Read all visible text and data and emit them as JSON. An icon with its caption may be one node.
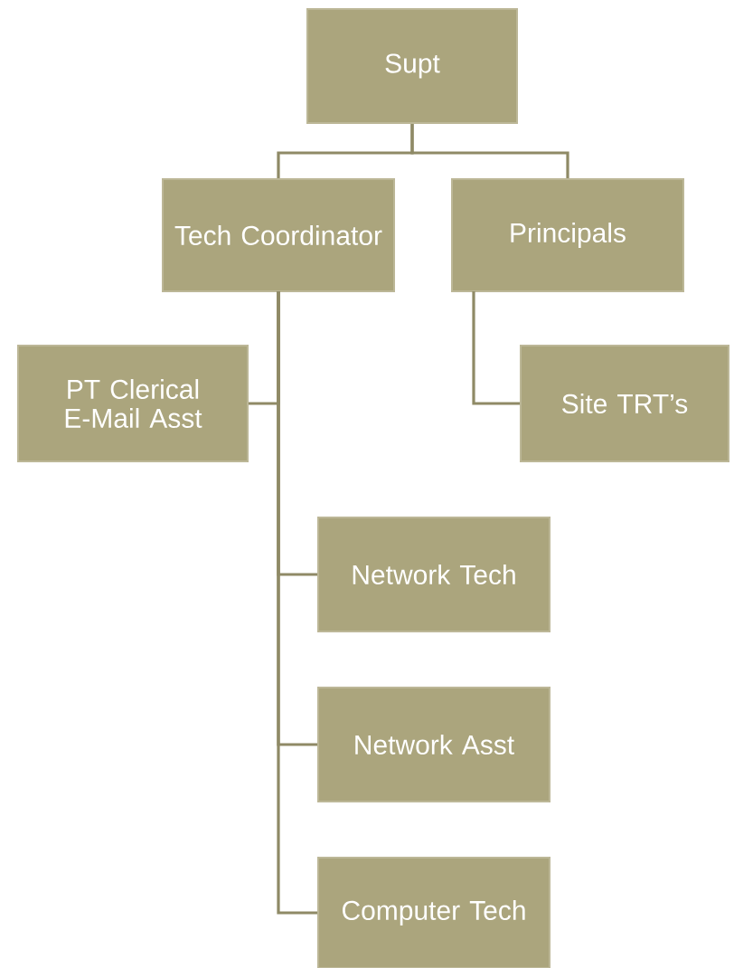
{
  "diagram": {
    "nodes": [
      {
        "text": [
          "Supt"
        ]
      },
      {
        "text": [
          "Tech Coordinator"
        ]
      },
      {
        "text": [
          "Principals"
        ]
      },
      {
        "text": [
          "PT Clerical E-Mail Asst"
        ]
      },
      {
        "text": [
          "Site TRT’s"
        ]
      },
      {
        "text": [
          "Network Tech"
        ]
      },
      {
        "text": [
          "Network Asst"
        ]
      },
      {
        "text": [
          "Computer Tech"
        ]
      }
    ],
    "edges": [
      {
        "from": 0,
        "to": 1,
        "arrow": "none"
      },
      {
        "from": 0,
        "to": 2,
        "arrow": "none"
      },
      {
        "from": 1,
        "to": 3,
        "arrow": "none"
      },
      {
        "from": 2,
        "to": 4,
        "arrow": "none"
      },
      {
        "from": 1,
        "to": 5,
        "arrow": "none"
      },
      {
        "from": 1,
        "to": 6,
        "arrow": "none"
      },
      {
        "from": 1,
        "to": 7,
        "arrow": "none"
      }
    ]
  }
}
